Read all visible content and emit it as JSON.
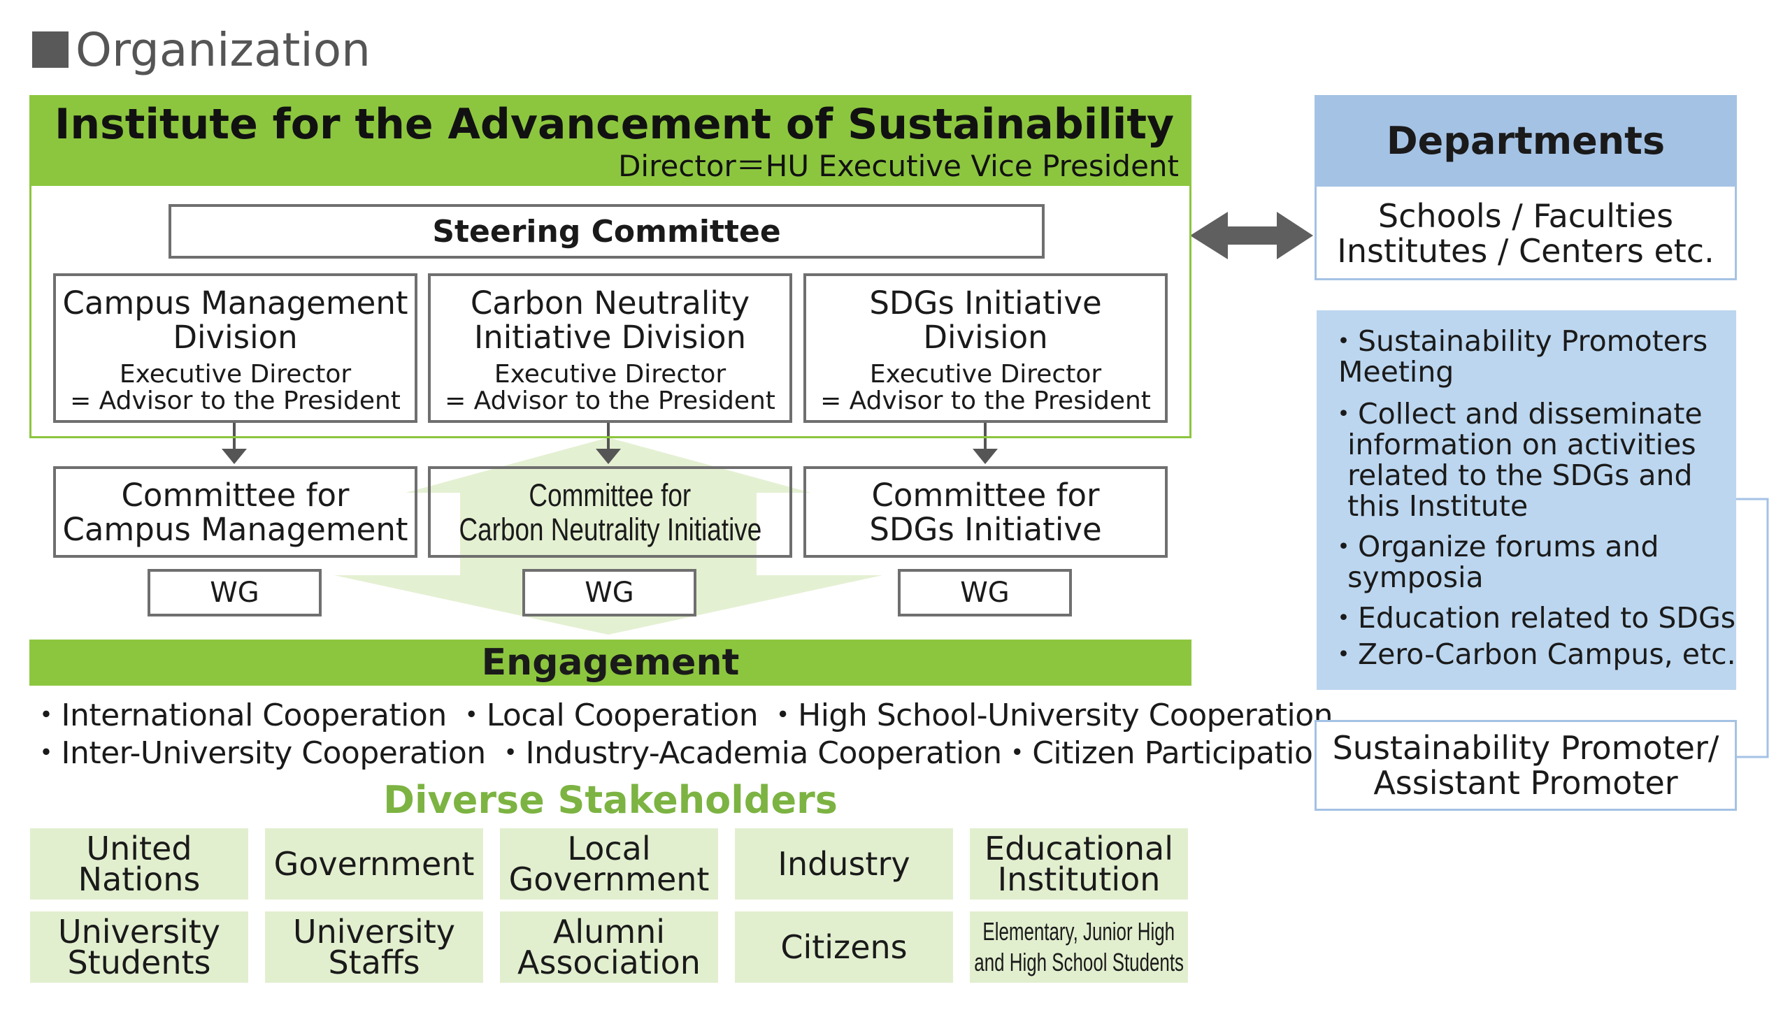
{
  "page_title": "Organization",
  "institute": {
    "title": "Institute for the Advancement of Sustainability",
    "subtitle": "Director＝HU Executive Vice President"
  },
  "steering_committee": "Steering Committee",
  "divisions": [
    {
      "name_line1": "Campus Management",
      "name_line2": "Division",
      "role_line1": "Executive Director",
      "role_line2": "= Advisor to the President"
    },
    {
      "name_line1": "Carbon Neutrality",
      "name_line2": "Initiative Division",
      "role_line1": "Executive Director",
      "role_line2": "= Advisor to the President"
    },
    {
      "name_line1": "SDGs Initiative",
      "name_line2": "Division",
      "role_line1": "Executive Director",
      "role_line2": "= Advisor to the President"
    }
  ],
  "committees": [
    {
      "line1": "Committee for",
      "line2": "Campus Management"
    },
    {
      "line1": "Committee for",
      "line2": "Carbon Neutrality Initiative"
    },
    {
      "line1": "Committee for",
      "line2": "SDGs Initiative"
    }
  ],
  "wg_label": "WG",
  "engagement": {
    "title": "Engagement",
    "line1": "・International Cooperation ・Local Cooperation ・High School-University Cooperation",
    "line2": "・Inter-University Cooperation ・Industry-Academia Cooperation・Citizen Participation"
  },
  "stakeholders": {
    "title": "Diverse Stakeholders",
    "items": [
      {
        "line1": "United",
        "line2": "Nations"
      },
      {
        "line1": "Government",
        "line2": ""
      },
      {
        "line1": "Local",
        "line2": "Government"
      },
      {
        "line1": "Industry",
        "line2": ""
      },
      {
        "line1": "Educational",
        "line2": "Institution"
      },
      {
        "line1": "University",
        "line2": "Students"
      },
      {
        "line1": "University",
        "line2": "Staffs"
      },
      {
        "line1": "Alumni",
        "line2": "Association"
      },
      {
        "line1": "Citizens",
        "line2": ""
      },
      {
        "line1": "Elementary, Junior High",
        "line2": "and High School Students"
      }
    ]
  },
  "departments": {
    "title": "Departments",
    "line1": "Schools / Faculties",
    "line2": "Institutes / Centers etc."
  },
  "promoter_activities": [
    "・Sustainability Promoters\n Meeting",
    "・Collect and disseminate\n  information on activities\n  related to the SDGs and\n  this Institute",
    "・Organize forums and\n  symposia",
    "・Education related to SDGs",
    "・Zero-Carbon Campus, etc."
  ],
  "promoter_box": {
    "line1": "Sustainability Promoter/",
    "line2": "Assistant Promoter"
  },
  "colors": {
    "green": "#8cc63f",
    "light_green": "#e2efcf",
    "arrow_green": "#e4f0d2",
    "blue_header": "#a4c2e4",
    "blue_panel": "#bcd6ef",
    "gray_arrow": "#5f5f5f",
    "stakeholder_title": "#7cb342"
  }
}
